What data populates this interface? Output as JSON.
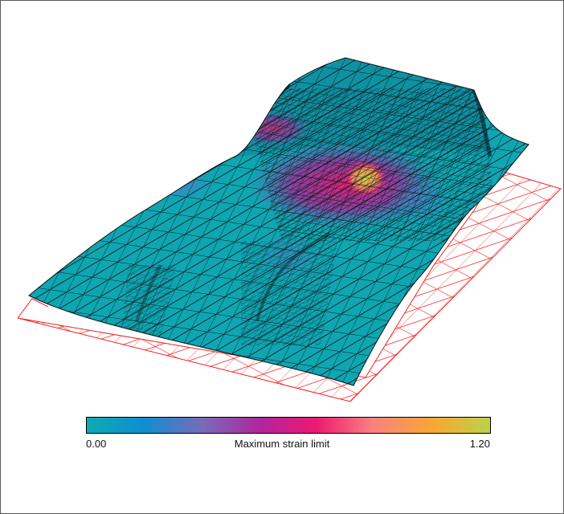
{
  "legend": {
    "title": "Maximum strain limit",
    "min_label": "0.00",
    "max_label": "1.20",
    "colors": [
      "#10aab4",
      "#0e8fcf",
      "#7a6ab8",
      "#b0259c",
      "#ee1a72",
      "#f8837e",
      "#f9a733",
      "#bcd24a"
    ]
  },
  "colors": {
    "surface": "#0fa6b2",
    "mesh_lines": "#101418",
    "base_grid": "#ee2222",
    "hot": "#e8197a",
    "warm": "#b03a9c",
    "peak": "#c4d24a"
  }
}
